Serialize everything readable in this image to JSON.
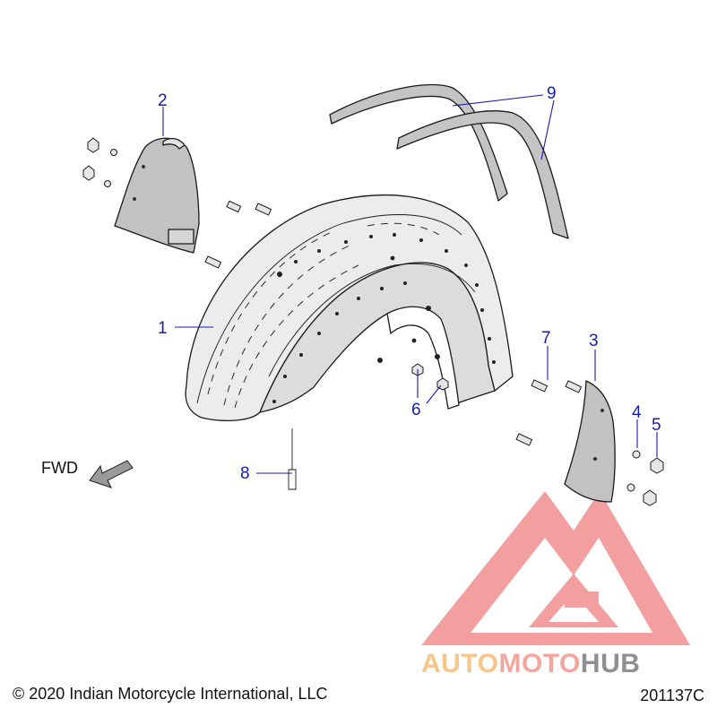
{
  "callouts": {
    "c1": "1",
    "c2": "2",
    "c3": "3",
    "c4": "4",
    "c5": "5",
    "c6": "6",
    "c7": "7",
    "c8": "8",
    "c9": "9"
  },
  "direction_label": "FWD",
  "footer": {
    "copyright": "© 2020 Indian Motorcycle International, LLC",
    "drawing_number": "201137C"
  },
  "watermark": {
    "text_part1": "AUTO",
    "text_part2": "MOTO",
    "text_part3": "HUB",
    "color_part1": "#f5c58a",
    "color_part2": "#f3a79c",
    "color_part3": "#8f8f8f"
  },
  "colors": {
    "callout": "#1a1aa8",
    "fender_fill": "#ececec",
    "trim_fill": "#c2c2c2",
    "watermark_logo": "#f08080"
  }
}
